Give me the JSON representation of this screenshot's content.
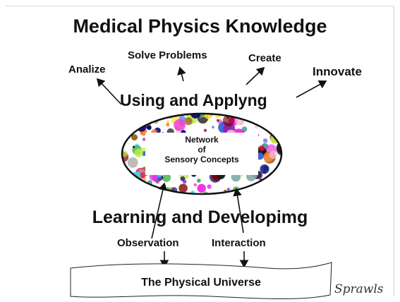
{
  "title": "Medical Physics Knowledge",
  "top_actions": {
    "analize": "Analize",
    "solve": "Solve Problems",
    "create": "Create",
    "innovate": "Innovate"
  },
  "using_label": "Using and Applyng",
  "network": {
    "line1": "Network",
    "line2": "of",
    "line3": "Sensory Concepts"
  },
  "learning_label": "Learning and Developimg",
  "bottom_actions": {
    "observation": "Observation",
    "interaction": "Interaction"
  },
  "universe_label": "The Physical Universe",
  "signature": "Sprawls",
  "dot_palette": [
    "#e6194b",
    "#3cb44b",
    "#ffe119",
    "#4363d8",
    "#f58231",
    "#911eb4",
    "#42d4f4",
    "#f032e6",
    "#bfef45",
    "#1a1a1a",
    "#9a6324",
    "#469990",
    "#fabed4",
    "#800000",
    "#000075",
    "#a9a9a9"
  ]
}
